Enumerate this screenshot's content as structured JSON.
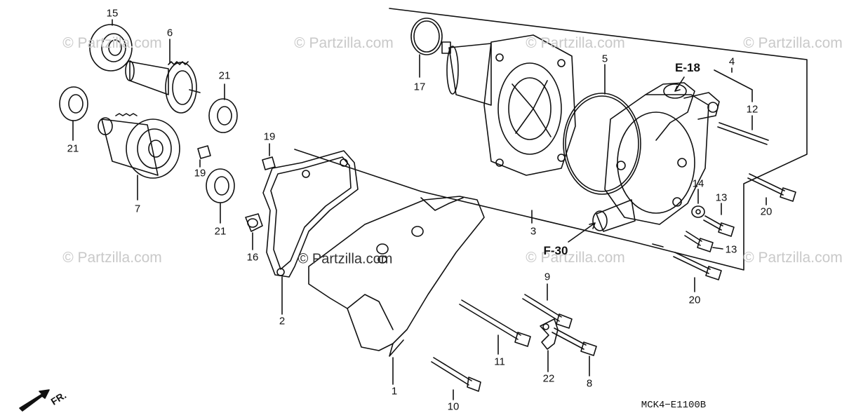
{
  "watermark": {
    "text": "© Partzilla.com",
    "center_text": "© Partzilla.com"
  },
  "refs": {
    "e18": "E-18",
    "f30": "F-30"
  },
  "labels": {
    "p1": "1",
    "p2": "2",
    "p3": "3",
    "p4": "4",
    "p5": "5",
    "p6": "6",
    "p7": "7",
    "p8": "8",
    "p9": "9",
    "p10": "10",
    "p11": "11",
    "p12": "12",
    "p13a": "13",
    "p13b": "13",
    "p14": "14",
    "p15": "15",
    "p16": "16",
    "p17": "17",
    "p19a": "19",
    "p19b": "19",
    "p20a": "20",
    "p20b": "20",
    "p21a": "21",
    "p21b": "21",
    "p21c": "21",
    "p22": "22"
  },
  "diagram_code": "MCK4−E1100B",
  "direction": "FR."
}
